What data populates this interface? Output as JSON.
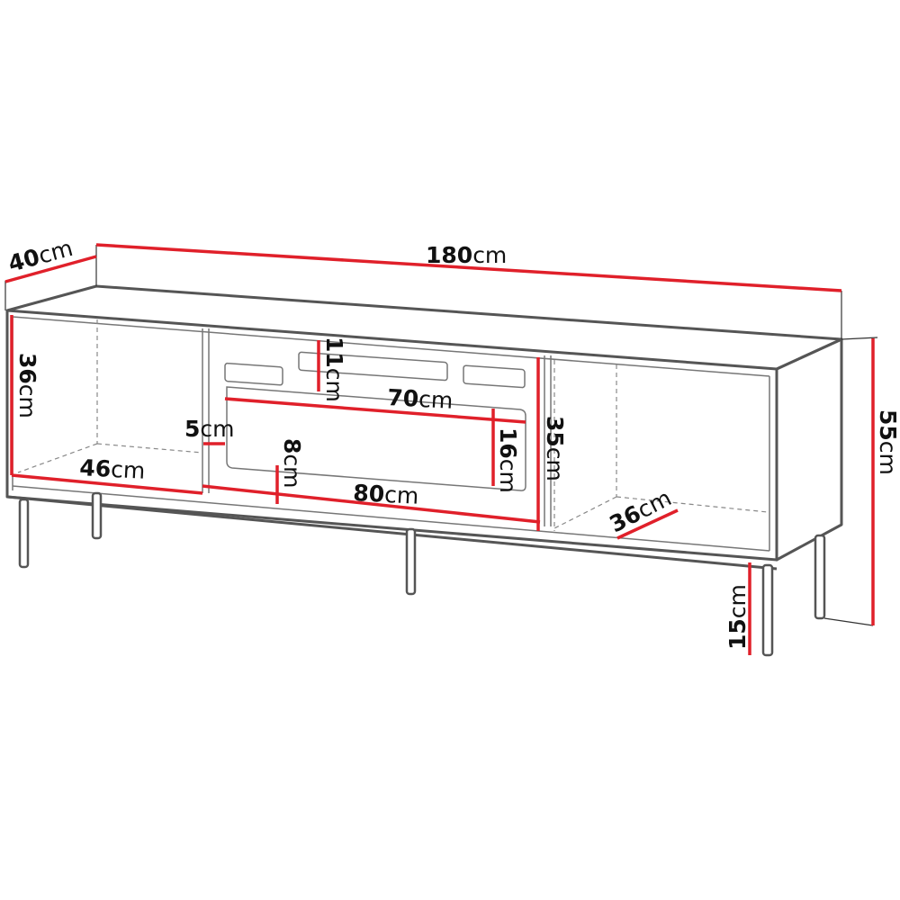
{
  "title": "TV cabinet dimensions diagram",
  "colors": {
    "dimension_line": "#e0202a",
    "outline": "#555555",
    "text": "#111111"
  },
  "dimensions": {
    "width": {
      "value": "180",
      "unit": "cm"
    },
    "depth": {
      "value": "40",
      "unit": "cm"
    },
    "total_height": {
      "value": "55",
      "unit": "cm"
    },
    "leg_height": {
      "value": "15",
      "unit": "cm"
    },
    "left_niche_height": {
      "value": "36",
      "unit": "cm"
    },
    "left_niche_width": {
      "value": "46",
      "unit": "cm"
    },
    "right_niche_depth": {
      "value": "36",
      "unit": "cm"
    },
    "center_height": {
      "value": "35",
      "unit": "cm"
    },
    "center_width": {
      "value": "80",
      "unit": "cm"
    },
    "cutout_width": {
      "value": "70",
      "unit": "cm"
    },
    "cutout_height": {
      "value": "16",
      "unit": "cm"
    },
    "cutout_top_offset": {
      "value": "11",
      "unit": "cm"
    },
    "cutout_side_offset": {
      "value": "5",
      "unit": "cm"
    },
    "cutout_bottom_offset": {
      "value": "8",
      "unit": "cm"
    }
  }
}
